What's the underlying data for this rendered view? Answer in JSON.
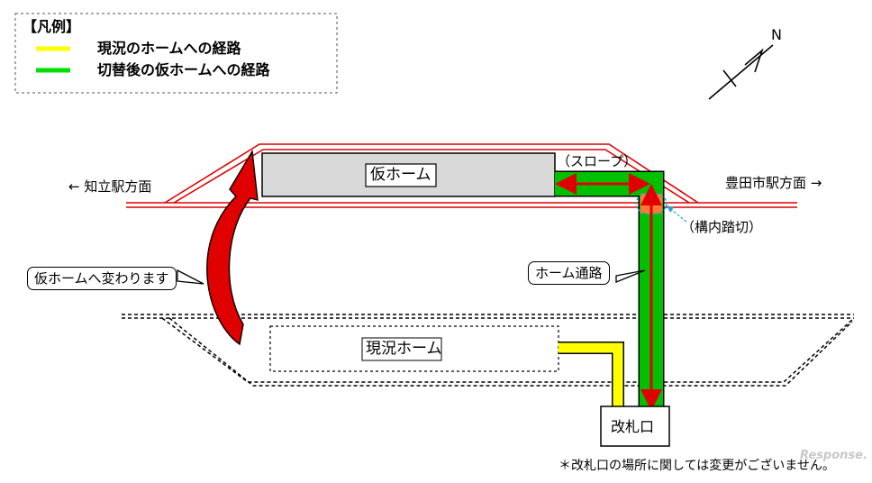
{
  "legend": {
    "title": "【凡例】",
    "items": [
      {
        "label": "現況のホームへの経路",
        "color": "#ffff00"
      },
      {
        "label": "切替後の仮ホームへの経路",
        "color": "#00e000"
      }
    ]
  },
  "compass": {
    "label": "N"
  },
  "directions": {
    "left": "← 知立駅方面",
    "right": "豊田市駅方面 →"
  },
  "platforms": {
    "temporary": "仮ホーム",
    "current": "現況ホーム"
  },
  "labels": {
    "slope": "（スロープ）",
    "crossing": "（構内踏切）",
    "passage": "ホーム通路",
    "change_callout": "仮ホームへ変わります",
    "gate": "改札口"
  },
  "note": "＊改札口の場所に関しては変更がございません。",
  "colors": {
    "rail": "#e00000",
    "green_route": "#00c000",
    "yellow_route": "#ffff00",
    "arrow": "#e00000",
    "crossing_fill": "#ff7a30",
    "crossing_ring": "#2aa0e0",
    "platform_fill": "#d9d9d9"
  },
  "watermark": "Response."
}
